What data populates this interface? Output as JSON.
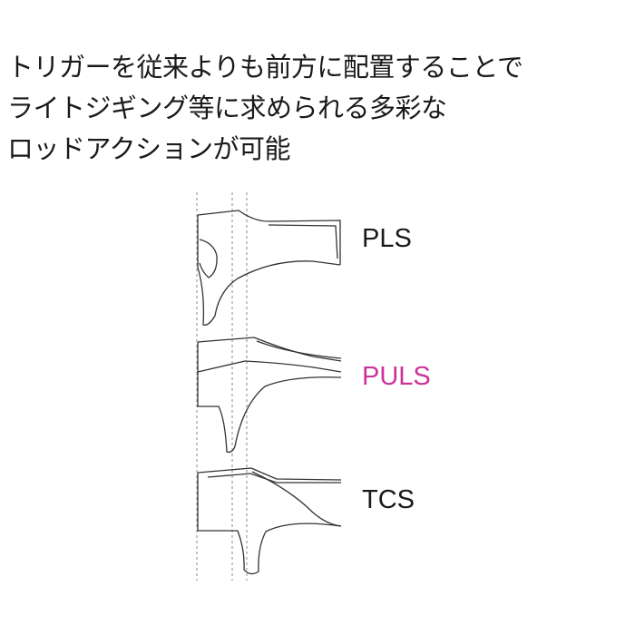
{
  "caption": {
    "lines": [
      "トリガーを従来よりも前方に配置することで",
      "ライトジギング等に求められる多彩な",
      "ロッドアクションが可能"
    ]
  },
  "profiles": [
    {
      "id": "pls",
      "label": "PLS",
      "color": "#1a1a1a"
    },
    {
      "id": "puls",
      "label": "PULS",
      "color": "#cc3399"
    },
    {
      "id": "tcs",
      "label": "TCS",
      "color": "#1a1a1a"
    }
  ],
  "colors": {
    "outline": "#333333",
    "guide": "#888888"
  }
}
